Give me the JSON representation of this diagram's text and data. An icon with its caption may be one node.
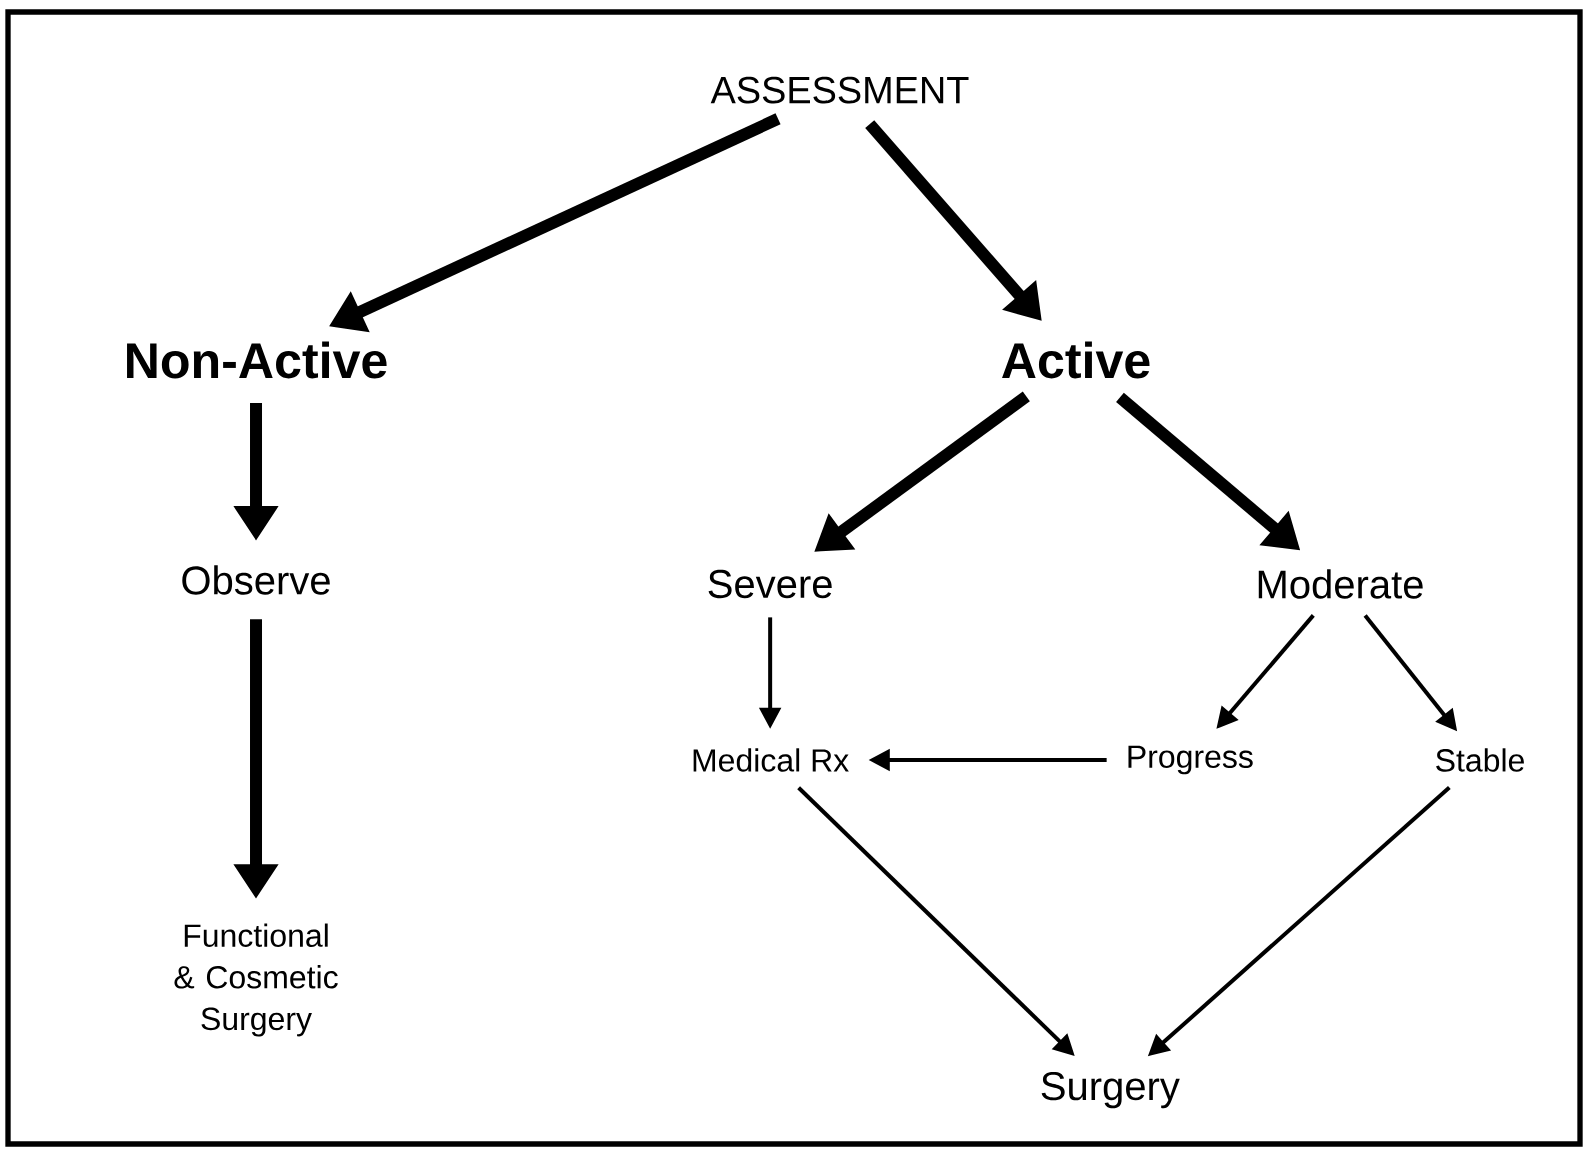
{
  "diagram": {
    "nodes": [
      {
        "text": [
          "ASSESSMENT"
        ]
      },
      {
        "text": [
          "Non-Active"
        ]
      },
      {
        "text": [
          "Active"
        ]
      },
      {
        "text": [
          "Observe"
        ]
      },
      {
        "text": [
          "Functional & Cosmetic Surgery"
        ]
      },
      {
        "text": [
          "Severe"
        ]
      },
      {
        "text": [
          "Moderate"
        ]
      },
      {
        "text": [
          "Medical Rx"
        ]
      },
      {
        "text": [
          "Progress"
        ]
      },
      {
        "text": [
          "Stable"
        ]
      },
      {
        "text": [
          "Surgery"
        ]
      }
    ],
    "edges": [
      {
        "from": 0,
        "to": 1,
        "arrow": "to",
        "style": "thick"
      },
      {
        "from": 0,
        "to": 2,
        "arrow": "to",
        "style": "thick"
      },
      {
        "from": 1,
        "to": 3,
        "arrow": "to",
        "style": "thick"
      },
      {
        "from": 3,
        "to": 4,
        "arrow": "to",
        "style": "thick"
      },
      {
        "from": 2,
        "to": 5,
        "arrow": "to",
        "style": "thick"
      },
      {
        "from": 2,
        "to": 6,
        "arrow": "to",
        "style": "thick"
      },
      {
        "from": 5,
        "to": 7,
        "arrow": "to"
      },
      {
        "from": 6,
        "to": 8,
        "arrow": "to"
      },
      {
        "from": 6,
        "to": 9,
        "arrow": "to"
      },
      {
        "from": 8,
        "to": 7,
        "arrow": "to"
      },
      {
        "from": 7,
        "to": 10,
        "arrow": "to"
      },
      {
        "from": 9,
        "to": 10,
        "arrow": "to"
      }
    ]
  }
}
